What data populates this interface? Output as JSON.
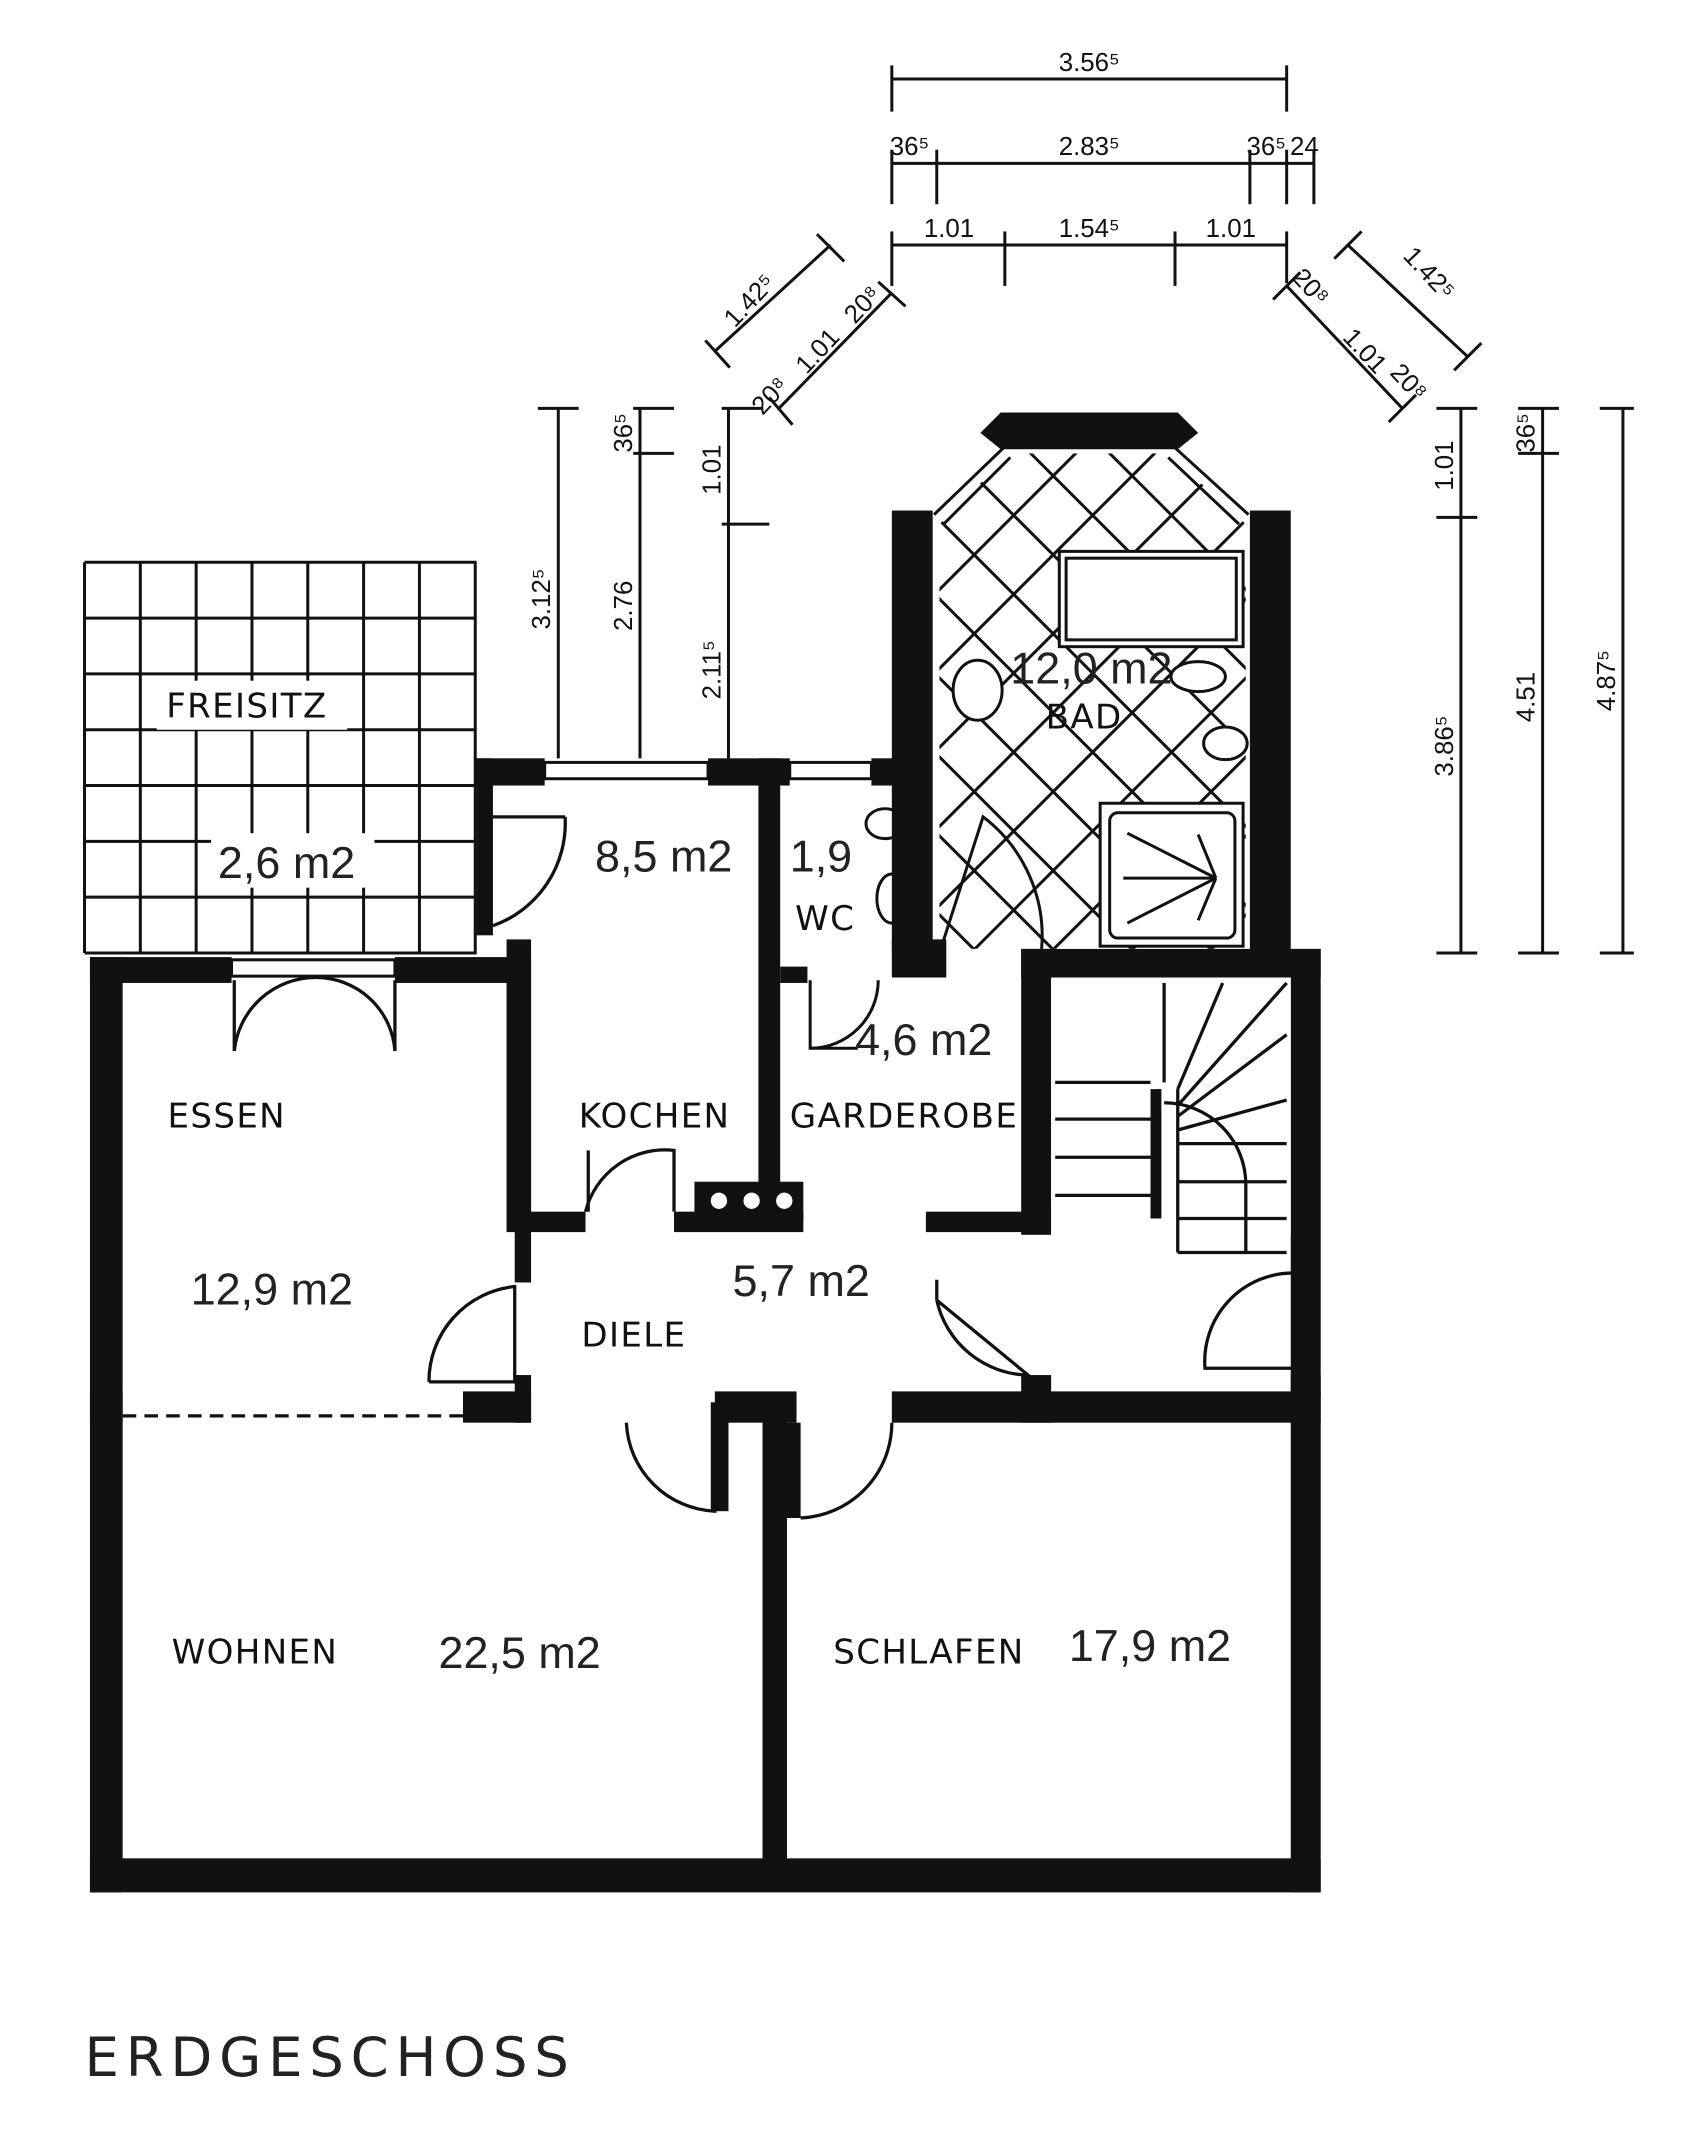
{
  "title": "ERDGESCHOSS",
  "rooms": {
    "freisitz": {
      "name": "FREISITZ",
      "area": "2,6 m2"
    },
    "kochen": {
      "name": "KOCHEN",
      "area": "8,5 m2"
    },
    "wc": {
      "name": "WC",
      "area": "1,9"
    },
    "bad": {
      "name": "BAD",
      "area": "12,0 m2"
    },
    "garderobe": {
      "name": "GARDEROBE",
      "area": "4,6 m2"
    },
    "essen": {
      "name": "ESSEN",
      "area": "12,9 m2"
    },
    "diele": {
      "name": "DIELE",
      "area": "5,7 m2"
    },
    "wohnen": {
      "name": "WOHNEN",
      "area": "22,5 m2"
    },
    "schlafen": {
      "name": "SCHLAFEN",
      "area": "17,9 m2"
    }
  },
  "dimensions": {
    "top_total": "3.56⁵",
    "top_row2": [
      "36⁵",
      "2.83⁵",
      "36⁵",
      "24"
    ],
    "top_row3": [
      "1.01",
      "1.54⁵",
      "1.01"
    ],
    "diag_left": [
      "1.42⁵",
      "1.01",
      "20⁸",
      "20⁸"
    ],
    "diag_right": [
      "1.42⁵",
      "1.01",
      "20⁸",
      "20⁸"
    ],
    "left_vertical": [
      "3.12⁵",
      "36⁵",
      "2.76",
      "1.01",
      "2.11⁵"
    ],
    "right_vertical": [
      "1.01",
      "3.86⁵",
      "36⁵",
      "4.51",
      "4.87⁵"
    ]
  }
}
